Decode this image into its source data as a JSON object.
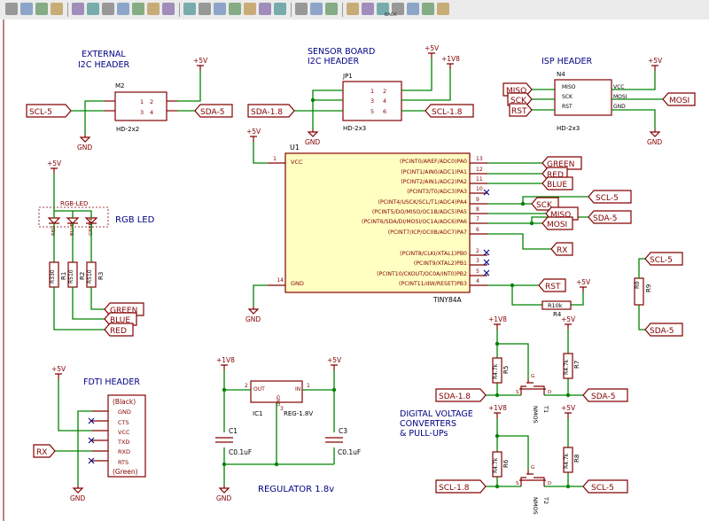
{
  "toolbar": {
    "back_label": "BACK",
    "tools": [
      "new-sheet",
      "open-file",
      "save-file",
      "page-settings",
      "print",
      "plot",
      "cut",
      "copy",
      "paste",
      "undo",
      "redo",
      "find",
      "find-replace",
      "netlist",
      "zoom-in",
      "zoom-out",
      "zoom-redraw",
      "zoom-auto",
      "hierarchy",
      "library-editor",
      "library-browser",
      "annotate",
      "erc",
      "netlist-export",
      "bom",
      "pcbnew",
      "cvpcb",
      "back"
    ]
  },
  "colors": {
    "wire": "#008400",
    "component": "#840000",
    "text": "#000084",
    "ic_fill": "#ffffc2",
    "label_fill": "#ffffff",
    "pin_number": "#840000",
    "junction": "#008400",
    "no_connect": "#000084",
    "pin_name": "#840000"
  },
  "sections": {
    "external_i2c_1": "EXTERNAL",
    "external_i2c_2": "I2C HEADER",
    "sensor_1": "SENSOR BOARD",
    "sensor_2": "I2C HEADER",
    "isp": "ISP HEADER",
    "rgb": "RGB LED",
    "ftdi": "FDTI HEADER",
    "regulator": "REGULATOR 1.8v",
    "dvc_1": "DIGITAL VOLTAGE",
    "dvc_2": "CONVERTERS",
    "dvc_3": "& PULL-UPs"
  },
  "power": {
    "p5v": "+5V",
    "p1v8": "+1V8",
    "gnd": "GND"
  },
  "u1": {
    "ref": "U1",
    "value": "TINY84A",
    "pin_vcc": "VCC",
    "pin_gnd": "GND",
    "vcc_num": "1",
    "gnd_num": "14",
    "pins": [
      {
        "name": "(PCINT0/AREF/ADC0)PA0",
        "num": "13"
      },
      {
        "name": "(PCINT1/AIN0/ADC1)PA1",
        "num": "12"
      },
      {
        "name": "(PCINT2/AIN1/ADC2)PA2",
        "num": "11"
      },
      {
        "name": "(PCINT3/T0/ADC3)PA3",
        "num": "10"
      },
      {
        "name": "(PCINT4/USCK/SCL/T1/ADC4)PA4",
        "num": "9"
      },
      {
        "name": "(PCINT5/DO/MISO/OC1B/ADC5)PA5",
        "num": "8"
      },
      {
        "name": "(PCINT6/SDA/DI/MOSI/OC1A/ADC6)PA6",
        "num": "7"
      },
      {
        "name": "(PCINT7/ICP/OC0B/ADC7)PA7",
        "num": "6"
      },
      {
        "name": "(PCINT8/CLKI/XTAL1)PB0",
        "num": "2"
      },
      {
        "name": "(PCINT9/XTAL2)PB1",
        "num": "3"
      },
      {
        "name": "(PCINT10/CKOUT/OC0A/INT0)PB2",
        "num": "5"
      },
      {
        "name": "(PCINT11/dW/RESET)PB3",
        "num": "4"
      }
    ]
  },
  "m2": {
    "ref": "M2",
    "value": "HD-2x2",
    "pins_left": [
      "1",
      "3"
    ],
    "pins_right": [
      "2",
      "4"
    ]
  },
  "jp1": {
    "ref": "JP1",
    "value": "HD-2x3",
    "pins_left": [
      "1",
      "3",
      "5"
    ],
    "pins_right": [
      "2",
      "4",
      "6"
    ]
  },
  "n4": {
    "ref": "N4",
    "value": "HD-2x3",
    "left": [
      "MISO",
      "SCK",
      "RST"
    ],
    "right": [
      "VCC",
      "MOSI",
      "GND"
    ]
  },
  "labels": {
    "scl5": "SCL-5",
    "sda5": "SDA-5",
    "sda18": "SDA-1.8",
    "scl18": "SCL-1.8",
    "miso": "MISO",
    "sck": "SCK",
    "rst": "RST",
    "mosi": "MOSI",
    "green": "GREEN",
    "red": "RED",
    "blue": "BLUE",
    "rx": "RX"
  },
  "rgb_led": {
    "ref": "RGB-LED",
    "pins": [
      "RED",
      "BLUE",
      "GREEN"
    ],
    "resistors": [
      {
        "ref": "R1",
        "value": "R330"
      },
      {
        "ref": "R2",
        "value": "R510"
      },
      {
        "ref": "R3",
        "value": "R510"
      }
    ]
  },
  "r4": {
    "ref": "R4",
    "value": "R10k"
  },
  "r9": {
    "ref": "R9",
    "value": "R0"
  },
  "ftdi": {
    "pins": [
      "(Black)",
      "GND",
      "CTS",
      "VCC",
      "TXD",
      "RXD",
      "RTS",
      "(Green)"
    ]
  },
  "ic1": {
    "ref": "IC1",
    "value": "REG-1.8V",
    "out": "OUT",
    "in": "IN",
    "gnd": "GND",
    "out_num": "2",
    "in_num": "1",
    "gnd_num": "3"
  },
  "caps": [
    {
      "ref": "C1",
      "value": "C0.1uF"
    },
    {
      "ref": "C3",
      "value": "C0.1uF"
    }
  ],
  "dvc": {
    "r5": {
      "ref": "R5",
      "value": "R4.7k"
    },
    "r7": {
      "ref": "R7",
      "value": "R4.7k"
    },
    "r6": {
      "ref": "R6",
      "value": "R4.7k"
    },
    "r8": {
      "ref": "R8",
      "value": "R4.7k"
    },
    "t1": {
      "ref": "T1",
      "value": "NMOS",
      "g": "G",
      "s": "S",
      "d": "D"
    },
    "t2": {
      "ref": "T2",
      "value": "NMOS",
      "g": "G",
      "s": "S",
      "d": "D"
    }
  }
}
